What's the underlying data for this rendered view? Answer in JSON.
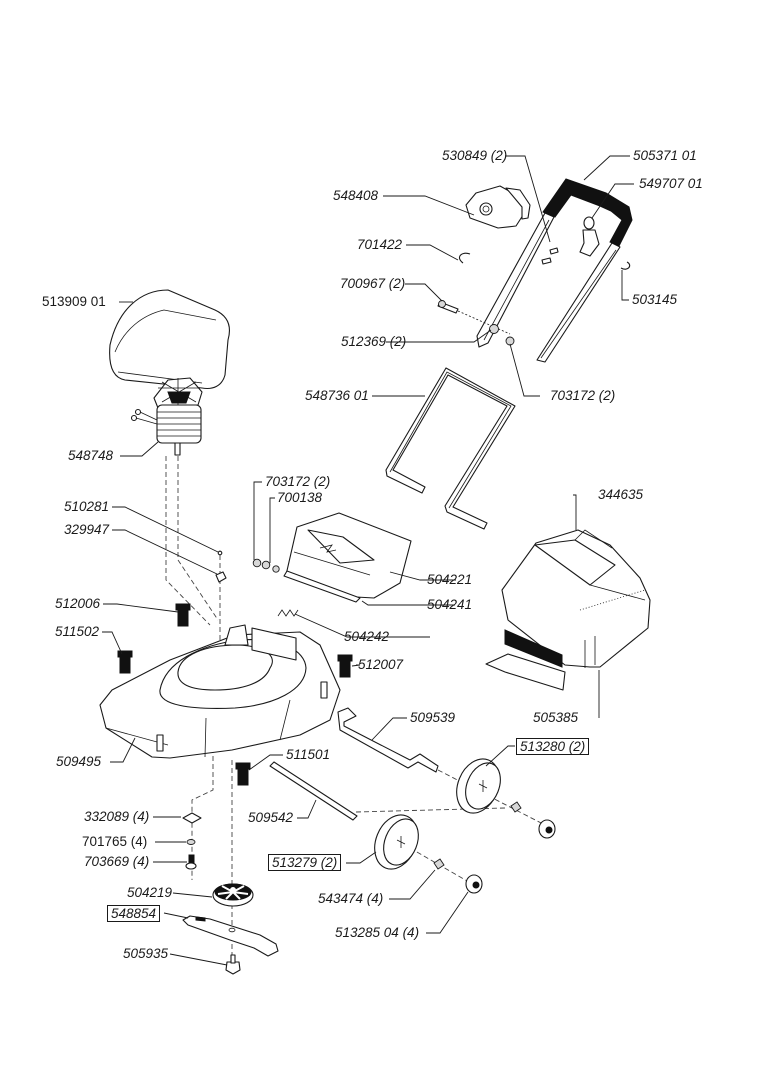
{
  "diagram": {
    "type": "exploded-parts-diagram",
    "subject": "electric lawn mower",
    "parts": [
      {
        "id": "p530849",
        "label": "530849 (2)",
        "part_number": "530849",
        "quantity": 2,
        "description": "handle screw"
      },
      {
        "id": "p505371",
        "label": "505371 01",
        "part_number": "505371 01",
        "description": "upper handle"
      },
      {
        "id": "p548408",
        "label": "548408",
        "part_number": "548408",
        "description": "switch housing"
      },
      {
        "id": "p549707",
        "label": "549707 01",
        "part_number": "549707 01",
        "description": "cable hook"
      },
      {
        "id": "p701422",
        "label": "701422",
        "part_number": "701422",
        "description": "clip"
      },
      {
        "id": "p503145",
        "label": "503145",
        "part_number": "503145",
        "description": "clip"
      },
      {
        "id": "p700967",
        "label": "700967 (2)",
        "part_number": "700967",
        "quantity": 2,
        "description": "bolt"
      },
      {
        "id": "p513909",
        "label": "513909 01",
        "part_number": "513909 01",
        "description": "motor cover"
      },
      {
        "id": "p512369",
        "label": "512369 (2)",
        "part_number": "512369",
        "quantity": 2,
        "description": "knob"
      },
      {
        "id": "p703172a",
        "label": "703172 (2)",
        "part_number": "703172",
        "quantity": 2,
        "description": "nut (handle)"
      },
      {
        "id": "p548736",
        "label": "548736 01",
        "part_number": "548736 01",
        "description": "lower handle"
      },
      {
        "id": "p548748",
        "label": "548748",
        "part_number": "548748",
        "description": "motor"
      },
      {
        "id": "p703172b",
        "label": "703172 (2)",
        "part_number": "703172",
        "quantity": 2,
        "description": "nut (flap)"
      },
      {
        "id": "p700138",
        "label": "700138",
        "part_number": "700138",
        "description": "washer"
      },
      {
        "id": "p344635",
        "label": "344635",
        "part_number": "344635",
        "description": "grass box top"
      },
      {
        "id": "p510281",
        "label": "510281",
        "part_number": "510281",
        "description": "screw"
      },
      {
        "id": "p329947",
        "label": "329947",
        "part_number": "329947",
        "description": "cable clip"
      },
      {
        "id": "p504221",
        "label": "504221",
        "part_number": "504221",
        "description": "rear flap"
      },
      {
        "id": "p504241",
        "label": "504241",
        "part_number": "504241",
        "description": "flap rod"
      },
      {
        "id": "p512006",
        "label": "512006",
        "part_number": "512006",
        "description": "height clip"
      },
      {
        "id": "p504242",
        "label": "504242",
        "part_number": "504242",
        "description": "spring"
      },
      {
        "id": "p511502",
        "label": "511502",
        "part_number": "511502",
        "description": "height clip"
      },
      {
        "id": "p512007",
        "label": "512007",
        "part_number": "512007",
        "description": "height clip"
      },
      {
        "id": "p505385",
        "label": "505385",
        "part_number": "505385",
        "description": "grass box bottom"
      },
      {
        "id": "p509539",
        "label": "509539",
        "part_number": "509539",
        "description": "rear axle"
      },
      {
        "id": "p509495",
        "label": "509495",
        "part_number": "509495",
        "description": "deck"
      },
      {
        "id": "p513280",
        "label": "513280 (2)",
        "part_number": "513280",
        "quantity": 2,
        "description": "rear wheel",
        "boxed": true
      },
      {
        "id": "p511501",
        "label": "511501",
        "part_number": "511501",
        "description": "height clip"
      },
      {
        "id": "p332089",
        "label": "332089 (4)",
        "part_number": "332089",
        "quantity": 4,
        "description": "square washer"
      },
      {
        "id": "p509542",
        "label": "509542",
        "part_number": "509542",
        "description": "front axle"
      },
      {
        "id": "p701765",
        "label": "701765 (4)",
        "part_number": "701765",
        "quantity": 4,
        "description": "washer"
      },
      {
        "id": "p703669",
        "label": "703669 (4)",
        "part_number": "703669",
        "quantity": 4,
        "description": "screw"
      },
      {
        "id": "p513279",
        "label": "513279 (2)",
        "part_number": "513279",
        "quantity": 2,
        "description": "front wheel",
        "boxed": true
      },
      {
        "id": "p504219",
        "label": "504219",
        "part_number": "504219",
        "description": "fan / blade adapter"
      },
      {
        "id": "p543474",
        "label": "543474 (4)",
        "part_number": "543474",
        "quantity": 4,
        "description": "wheel washer"
      },
      {
        "id": "p548854",
        "label": "548854",
        "part_number": "548854",
        "description": "blade",
        "boxed": true
      },
      {
        "id": "p513285",
        "label": "513285 04 (4)",
        "part_number": "513285 04",
        "quantity": 4,
        "description": "hub cap"
      },
      {
        "id": "p505935",
        "label": "505935",
        "part_number": "505935",
        "description": "blade bolt"
      }
    ]
  },
  "colors": {
    "ink": "#1a1a1a",
    "background": "#ffffff",
    "grip": "#111111"
  }
}
